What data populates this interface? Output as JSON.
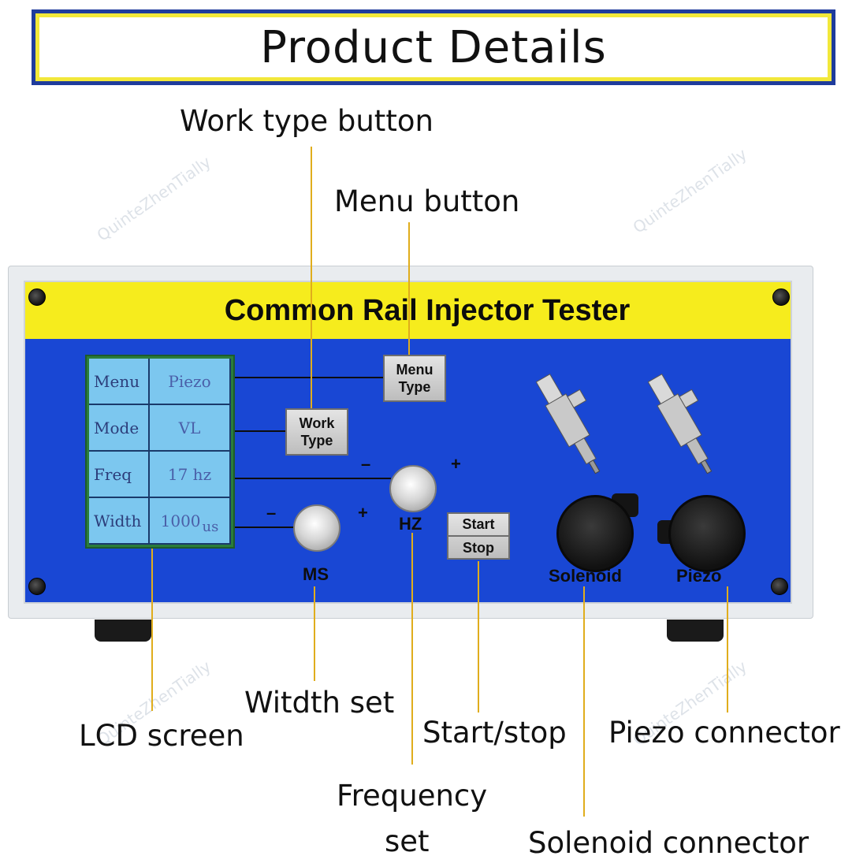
{
  "header": {
    "title": "Product Details"
  },
  "device": {
    "title": "Common Rail Injector Tester",
    "lcd": [
      {
        "label": "Menu",
        "value": "Piezo",
        "unit": ""
      },
      {
        "label": "Mode",
        "value": "VL",
        "unit": ""
      },
      {
        "label": "Freq",
        "value": "17 hz",
        "unit": ""
      },
      {
        "label": "Width",
        "value": "1000",
        "unit": "us"
      }
    ],
    "menu_button": {
      "line1": "Menu",
      "line2": "Type"
    },
    "work_button": {
      "line1": "Work",
      "line2": "Type"
    },
    "start_stop_button": {
      "line1": "Start",
      "line2": "Stop"
    },
    "knob_ms": {
      "label": "MS",
      "minus": "–",
      "plus": "+"
    },
    "knob_hz": {
      "label": "HZ",
      "minus": "–",
      "plus": "+"
    },
    "connector_solenoid": "Solenoid",
    "connector_piezo": "Piezo"
  },
  "callouts": {
    "work_type": "Work type button",
    "menu": "Menu button",
    "width_set": "Witdth set",
    "lcd_screen": "LCD screen",
    "start_stop": "Start/stop",
    "piezo_connector": "Piezo connector",
    "frequency_line1": "Frequency",
    "frequency_line2": "set",
    "solenoid_connector": "Solenoid connector"
  },
  "watermark": "QuinteZhenTially",
  "colors": {
    "panel_blue": "#1947d4",
    "strip_yellow": "#f6ec1d",
    "leader_gold": "#e0ad1c",
    "header_border": "#1f3c9c"
  }
}
